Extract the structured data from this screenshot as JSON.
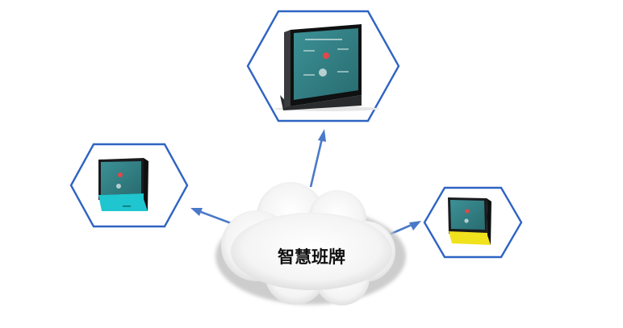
{
  "center_node": {
    "label": "智慧班牌"
  },
  "colors": {
    "hex_stroke": "#2f64c2",
    "arrow": "#4a79c8",
    "screen_teal": "#2f7f83",
    "device_black_bezel": "#1b1c1e",
    "device_cyan_base": "#1fc6cf",
    "device_yellow_base": "#f1e21e"
  },
  "nodes": [
    {
      "id": "top",
      "device": "black-smart-class-board"
    },
    {
      "id": "left",
      "device": "cyan-smart-class-board"
    },
    {
      "id": "right",
      "device": "yellow-smart-class-board"
    }
  ]
}
